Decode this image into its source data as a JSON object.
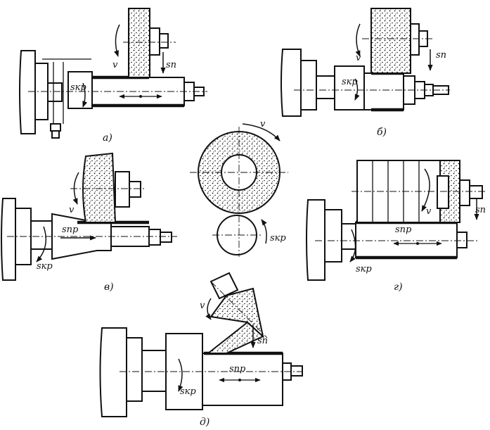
{
  "labels": {
    "v": "v",
    "sn": "sп",
    "skr": "sкр",
    "snr": "sпр"
  },
  "captions": {
    "a": "а)",
    "b": "б)",
    "v": "в)",
    "g": "г)",
    "d": "д)"
  }
}
